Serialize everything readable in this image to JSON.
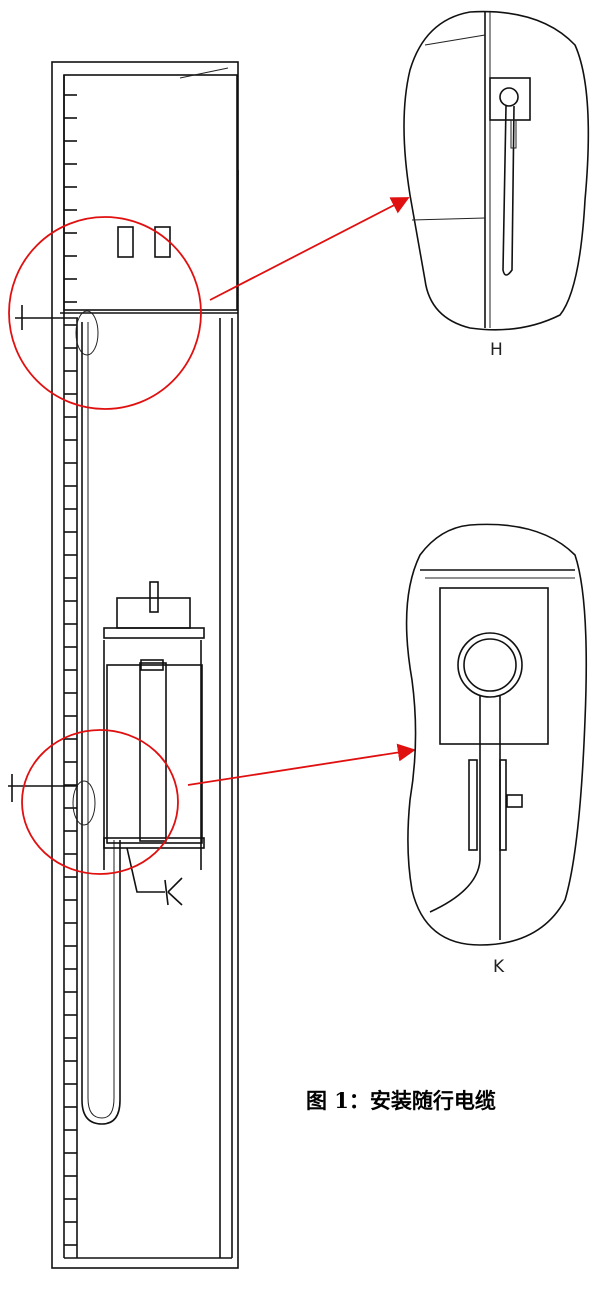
{
  "caption": "图 1：安装随行电缆",
  "detail_h_label": "H",
  "detail_k_label": "K",
  "car_leader_label": "K",
  "colors": {
    "highlight": "#e01010",
    "line": "#111111"
  }
}
